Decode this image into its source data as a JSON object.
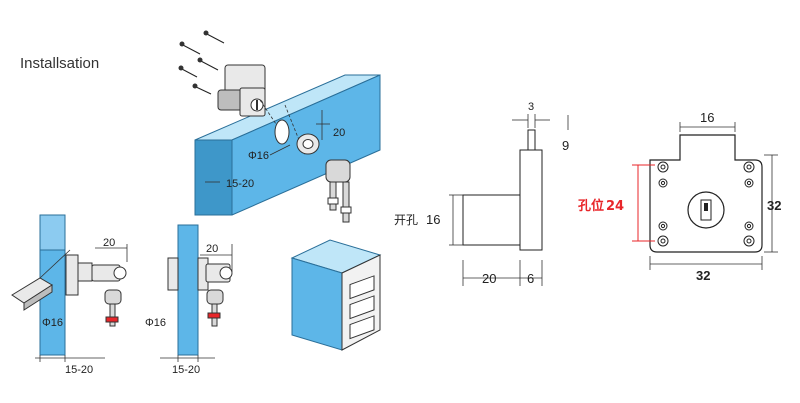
{
  "title": "Installsation",
  "left_diagram": {
    "dims": {
      "diameter": "Φ16",
      "depth": "20",
      "thickness": "15-20"
    }
  },
  "side_views": {
    "left": {
      "depth": "20",
      "diameter": "Φ16",
      "thickness": "15-20"
    },
    "right": {
      "depth": "20",
      "diameter": "Φ16",
      "thickness": "15-20"
    }
  },
  "side_drawing": {
    "top_width": "3",
    "top_height": "9",
    "hole_label": "开孔",
    "hole_value": "16",
    "body_depth": "20",
    "plate_thickness": "6"
  },
  "front_drawing": {
    "top_width": "16",
    "hole_position_label": "孔位",
    "hole_position_value": "24",
    "height": "32",
    "width": "32",
    "accent_color": "#e8262a"
  }
}
